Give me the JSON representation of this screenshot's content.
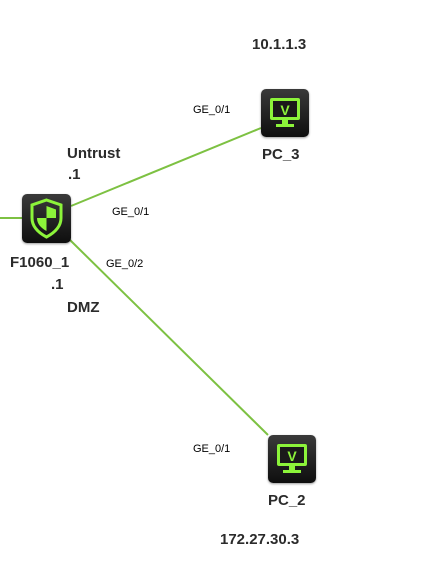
{
  "subnets": {
    "pc3_ip": "10.1.1.3",
    "pc2_ip": "172.27.30.3"
  },
  "firewall": {
    "name": "F1060_1",
    "icon": "firewall-shield-icon",
    "zone_untrust": "Untrust",
    "untrust_addr": ".1",
    "zone_dmz": "DMZ",
    "dmz_addr": ".1",
    "port_untrust": "GE_0/1",
    "port_dmz": "GE_0/2"
  },
  "pc3": {
    "name": "PC_3",
    "icon": "monitor-icon",
    "port": "GE_0/1"
  },
  "pc2": {
    "name": "PC_2",
    "icon": "monitor-icon",
    "port": "GE_0/1"
  },
  "colors": {
    "link": "#7dc142",
    "accent": "#8cf43a",
    "device_body": "#1a1a1a"
  }
}
